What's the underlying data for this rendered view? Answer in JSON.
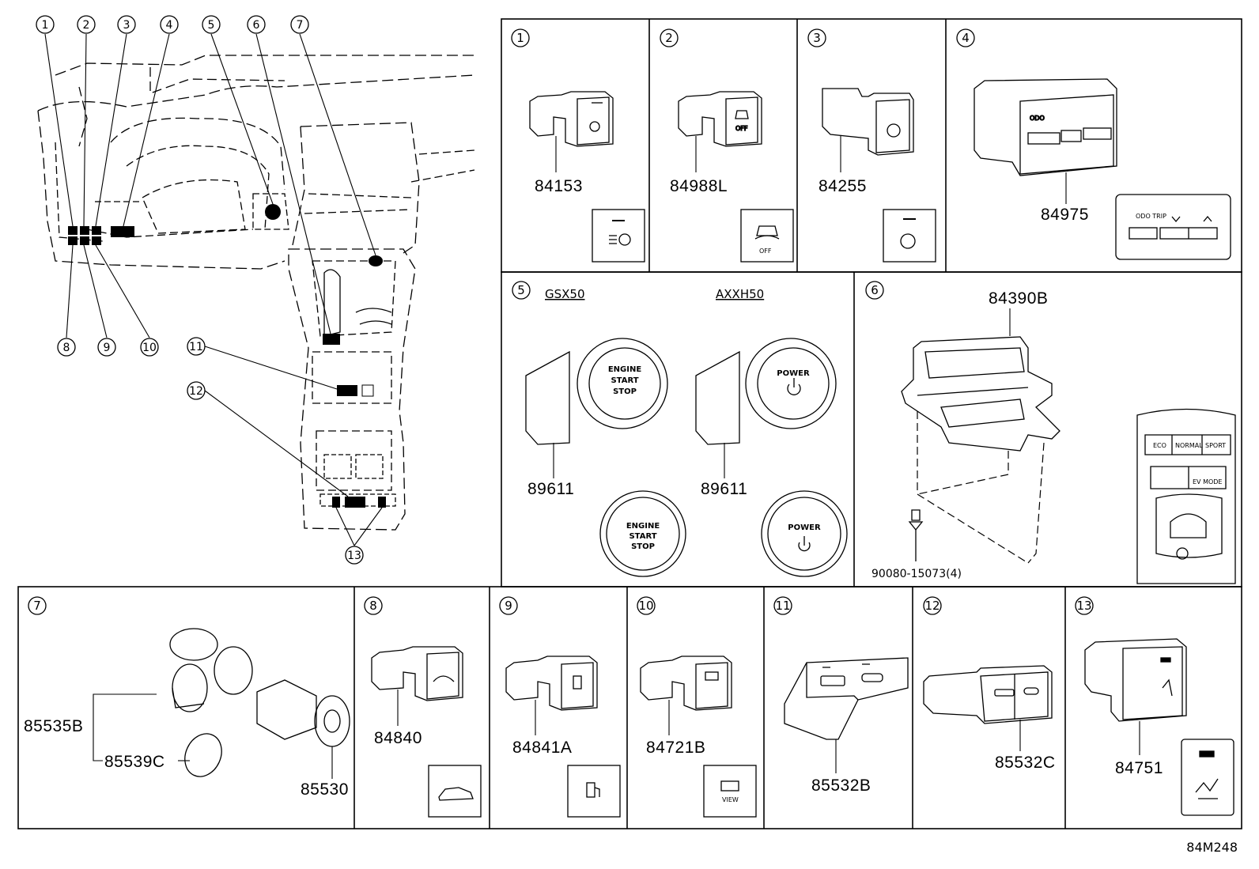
{
  "diagram_code": "84M248",
  "overview": {
    "callouts": [
      "1",
      "2",
      "3",
      "4",
      "5",
      "6",
      "7",
      "8",
      "9",
      "10",
      "11",
      "12",
      "13"
    ]
  },
  "panels": [
    {
      "num": "1",
      "parts": [
        "84153"
      ]
    },
    {
      "num": "2",
      "parts": [
        "84988L"
      ],
      "icon_text": "OFF"
    },
    {
      "num": "3",
      "parts": [
        "84255"
      ]
    },
    {
      "num": "4",
      "parts": [
        "84975"
      ],
      "icon_text": "ODO TRIP"
    },
    {
      "num": "5",
      "variants": [
        "GSX50",
        "AXXH50"
      ],
      "parts": [
        "89611",
        "89611"
      ],
      "button_texts": [
        "ENGINE START STOP",
        "POWER"
      ]
    },
    {
      "num": "6",
      "parts": [
        "84390B",
        "90080-15073(4)"
      ],
      "mode_labels": [
        "ECO",
        "NORMAL",
        "SPORT"
      ],
      "ev_label": "EV MODE"
    },
    {
      "num": "7",
      "parts": [
        "85535B",
        "85539C",
        "85530"
      ]
    },
    {
      "num": "8",
      "parts": [
        "84840"
      ]
    },
    {
      "num": "9",
      "parts": [
        "84841A"
      ]
    },
    {
      "num": "10",
      "parts": [
        "84721B"
      ],
      "icon_text": "VIEW"
    },
    {
      "num": "11",
      "parts": [
        "85532B"
      ]
    },
    {
      "num": "12",
      "parts": [
        "85532C"
      ]
    },
    {
      "num": "13",
      "parts": [
        "84751"
      ]
    }
  ]
}
